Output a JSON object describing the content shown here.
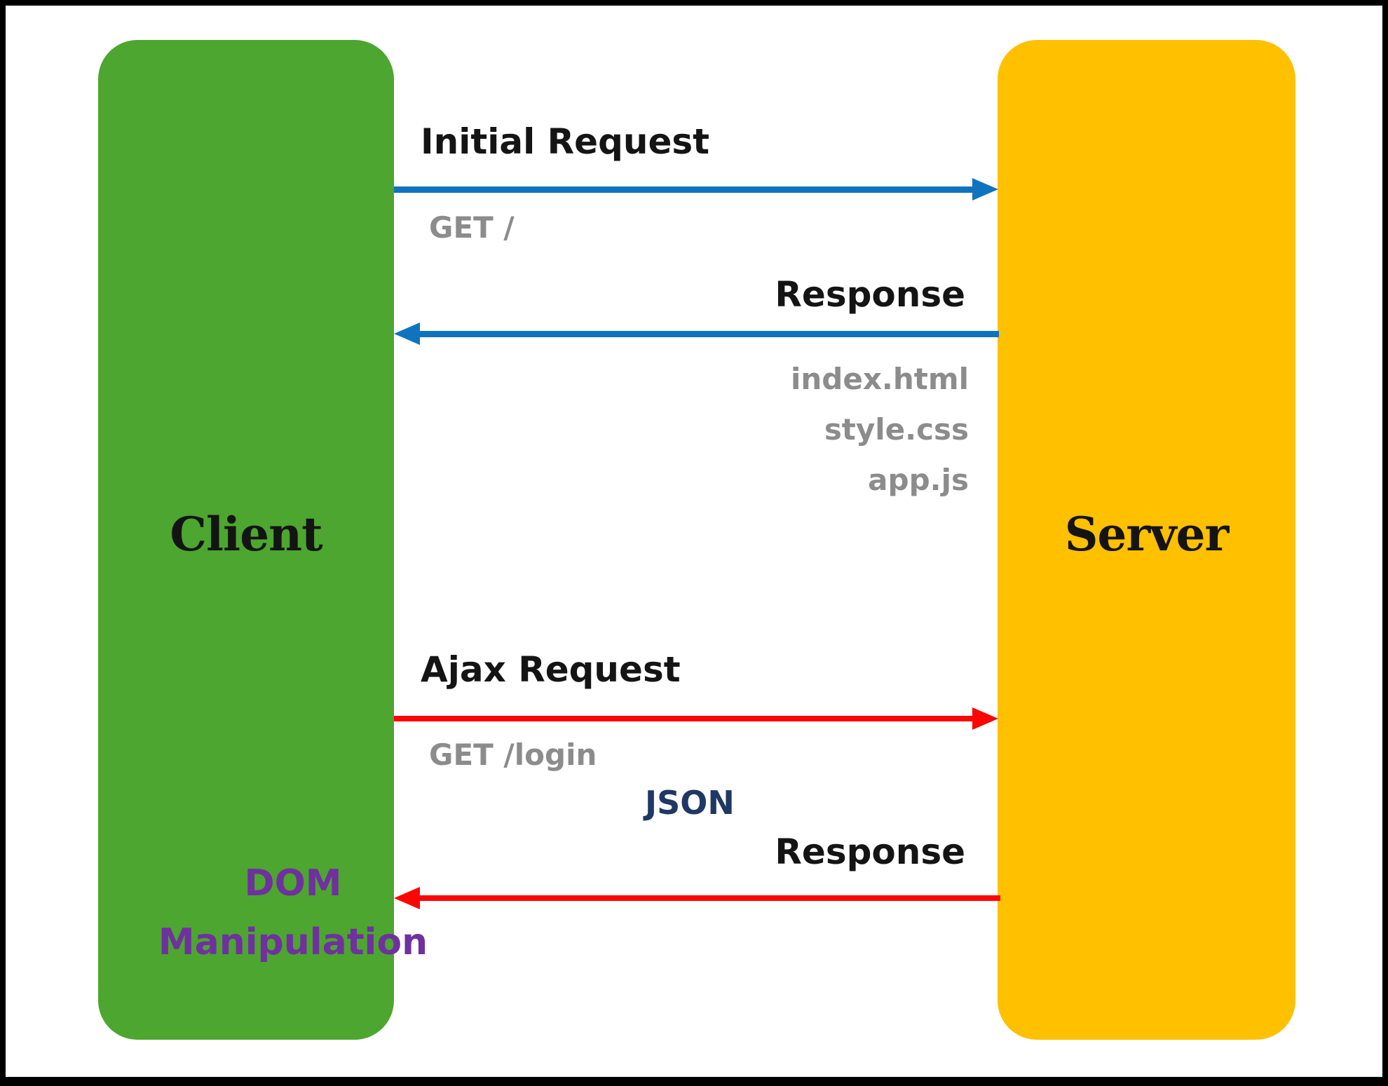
{
  "diagram": {
    "client": {
      "label": "Client"
    },
    "server": {
      "label": "Server"
    },
    "initial_request": {
      "label": "Initial Request",
      "detail": "GET /"
    },
    "initial_response": {
      "label": "Response",
      "files": [
        "index.html",
        "style.css",
        "app.js"
      ]
    },
    "ajax_request": {
      "label": "Ajax Request",
      "detail": "GET /login"
    },
    "ajax_response": {
      "format": "JSON",
      "label": "Response"
    },
    "dom_manipulation": {
      "line1": "DOM",
      "line2": "Manipulation"
    },
    "colors": {
      "client_box": "#4DA62F",
      "server_box": "#FFC000",
      "http_arrow": "#0F74BD",
      "ajax_arrow": "#FB0505",
      "muted_text": "#8C8C8C",
      "json_text": "#1F3864",
      "dom_text": "#7030A0",
      "heading_text": "#141414"
    }
  }
}
